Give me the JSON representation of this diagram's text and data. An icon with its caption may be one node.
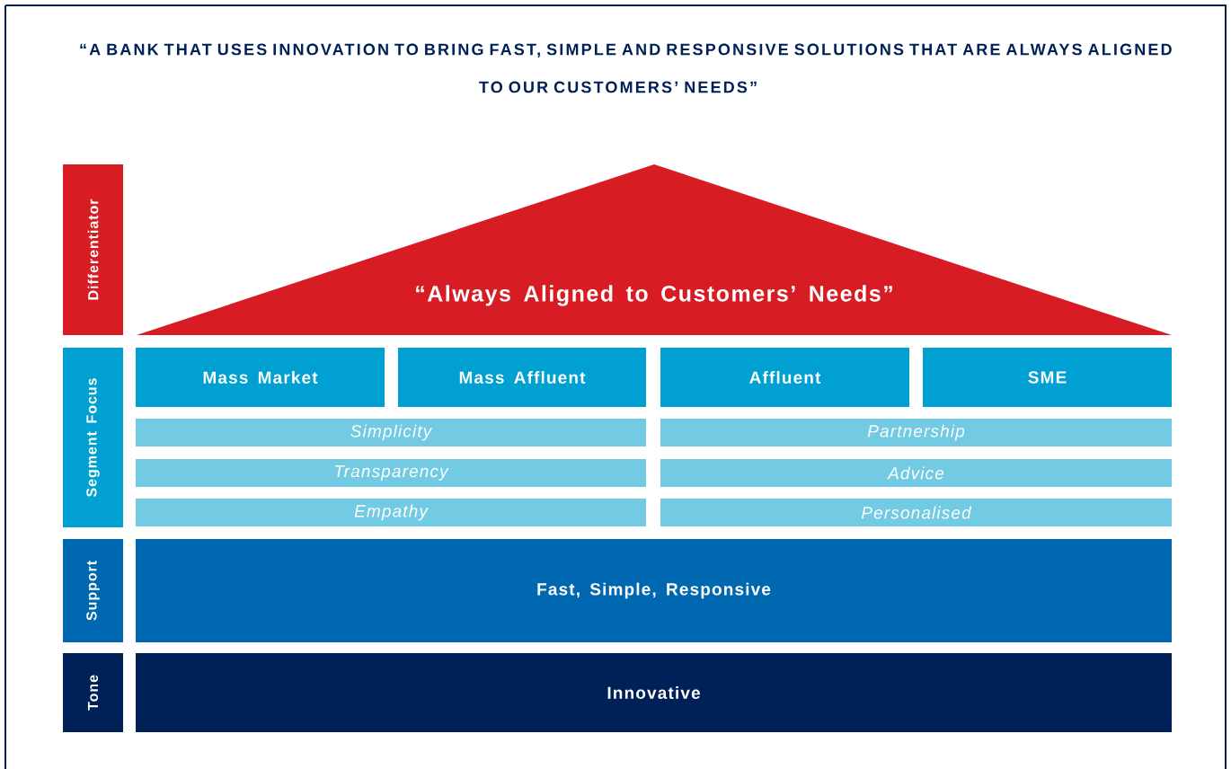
{
  "diagram": {
    "title": "“A BANK THAT USES INNOVATION TO BRING FAST, SIMPLE AND RESPONSIVE SOLUTIONS THAT ARE ALWAYS ALIGNED TO OUR CUSTOMERS’ NEEDS”",
    "nodes": [
      {
        "text": [
          "Differentiator"
        ]
      },
      {
        "text": [
          "“Always Aligned to Customers’ Needs”"
        ]
      },
      {
        "text": [
          "Segment Focus"
        ]
      },
      {
        "text": [
          "Mass Market"
        ]
      },
      {
        "text": [
          "Mass Affluent"
        ]
      },
      {
        "text": [
          "Affluent"
        ]
      },
      {
        "text": [
          "SME"
        ]
      },
      {
        "text": [
          "Simplicity"
        ]
      },
      {
        "text": [
          "Partnership"
        ]
      },
      {
        "text": [
          "Transparency"
        ]
      },
      {
        "text": [
          "Advice"
        ]
      },
      {
        "text": [
          "Empathy"
        ]
      },
      {
        "text": [
          "Personalised"
        ]
      },
      {
        "text": [
          "Support"
        ]
      },
      {
        "text": [
          "Fast, Simple, Responsive"
        ]
      },
      {
        "text": [
          "Tone"
        ]
      },
      {
        "text": [
          "Innovative"
        ]
      }
    ]
  }
}
